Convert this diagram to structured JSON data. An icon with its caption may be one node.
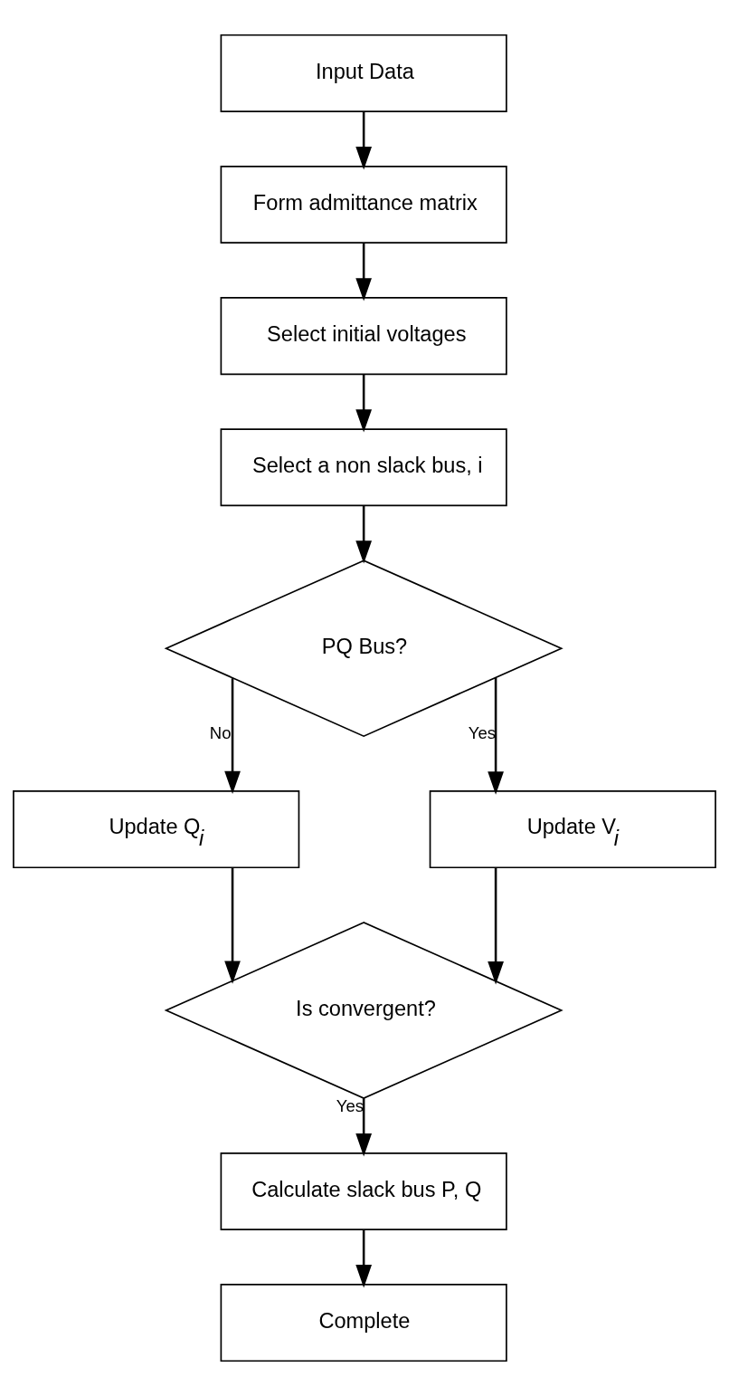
{
  "diagram": {
    "nodes": [
      {
        "text": [
          "Input Data"
        ]
      },
      {
        "text": [
          "Form admittance matrix"
        ]
      },
      {
        "text": [
          "Select initial voltages"
        ]
      },
      {
        "text": [
          "Select a non slack bus, i"
        ]
      },
      {
        "text": [
          "PQ Bus?"
        ]
      },
      {
        "text": [
          "Update Q$_{i}$"
        ]
      },
      {
        "text": [
          "Update V$_{i}$"
        ]
      },
      {
        "text": [
          "Is convergent?"
        ]
      },
      {
        "text": [
          "Calculate slack bus P, Q"
        ]
      },
      {
        "text": [
          "Complete"
        ]
      }
    ],
    "edges": [
      {
        "from": 0,
        "to": 1,
        "arrow": "to"
      },
      {
        "from": 1,
        "to": 2,
        "arrow": "to"
      },
      {
        "from": 2,
        "to": 3,
        "arrow": "to"
      },
      {
        "from": 3,
        "to": 4,
        "arrow": "to"
      },
      {
        "from": 4,
        "to": 5,
        "arrow": "to",
        "label": "No"
      },
      {
        "from": 4,
        "to": 6,
        "arrow": "to",
        "label": "Yes"
      },
      {
        "from": 5,
        "to": 7,
        "arrow": "to"
      },
      {
        "from": 6,
        "to": 7,
        "arrow": "to"
      },
      {
        "from": 7,
        "to": 8,
        "arrow": "to",
        "label": "Yes"
      },
      {
        "from": 8,
        "to": 9,
        "arrow": "to"
      }
    ]
  }
}
